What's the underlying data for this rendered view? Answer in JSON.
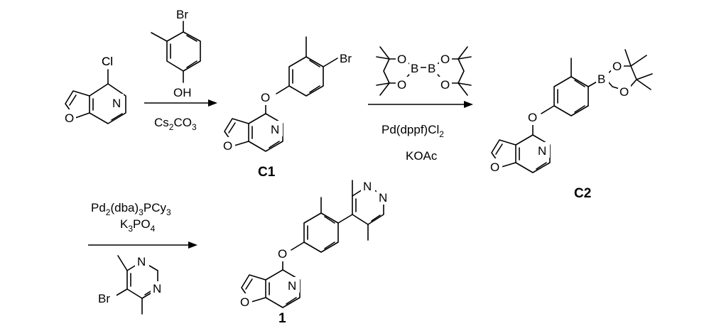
{
  "atoms": {
    "cl": "Cl",
    "n": "N",
    "o": "O",
    "br": "Br",
    "oh": "OH",
    "b": "B"
  },
  "compounds": {
    "c1": "C1",
    "c2": "C2",
    "product": "1"
  },
  "step1": {
    "reagent": {
      "text": "Cs",
      "sub1": "2",
      "text2": "CO",
      "sub2": "3"
    }
  },
  "step2": {
    "catalyst": {
      "text": "Pd(dppf)Cl",
      "sub1": "2"
    },
    "base": "KOAc"
  },
  "step3": {
    "catalyst": {
      "text": "Pd",
      "sub1": "2",
      "text2": "(dba)",
      "sub2": "3",
      "text3": "PCy",
      "sub3": "3"
    },
    "base": {
      "text": "K",
      "sub1": "3",
      "text2": "PO",
      "sub2": "4"
    }
  }
}
